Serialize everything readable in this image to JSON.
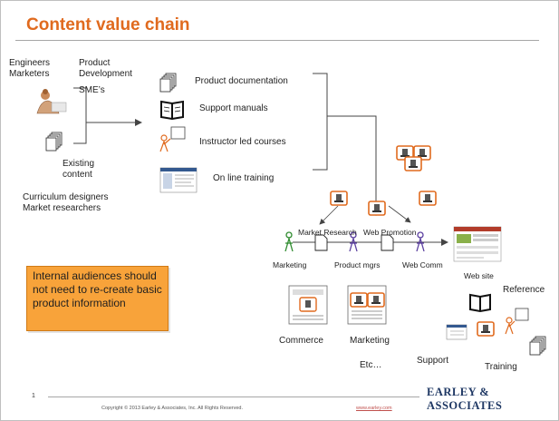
{
  "title": "Content value chain",
  "sources": {
    "engineers": "Engineers",
    "marketers": "Marketers",
    "product_development": "Product\nDevelopment",
    "smes": "SME’s",
    "existing_content": "Existing\ncontent",
    "curriculum": "Curriculum designers",
    "market_researchers": "Market researchers"
  },
  "content_types": {
    "product_docs": "Product documentation",
    "support_manuals": "Support manuals",
    "instructor_courses": "Instructor led courses",
    "online_training": "On line training"
  },
  "flow": {
    "market_research": "Market Research",
    "web_promotion": "Web Promotion",
    "marketing": "Marketing",
    "product_mgrs": "Product mgrs",
    "web_comm": "Web Comm",
    "web_site": "Web site"
  },
  "outputs": {
    "reference": "Reference",
    "commerce": "Commerce",
    "marketing": "Marketing",
    "etc": "Etc…",
    "support": "Support",
    "training": "Training"
  },
  "callout": "Internal audiences should not need to re-create basic product information",
  "footer": {
    "page_number": "1",
    "copyright": "Copyright © 2013 Earley & Associates, Inc. All Rights Reserved.",
    "url": "www.earley.com",
    "logo": "Earley & Associates"
  },
  "colors": {
    "title": "#e06a1e",
    "callout_fill": "#f8a33a",
    "module_border": "#e06a1e",
    "person_green": "#2e8b2e",
    "person_purple": "#5b3fa0",
    "logo": "#1f3864"
  }
}
